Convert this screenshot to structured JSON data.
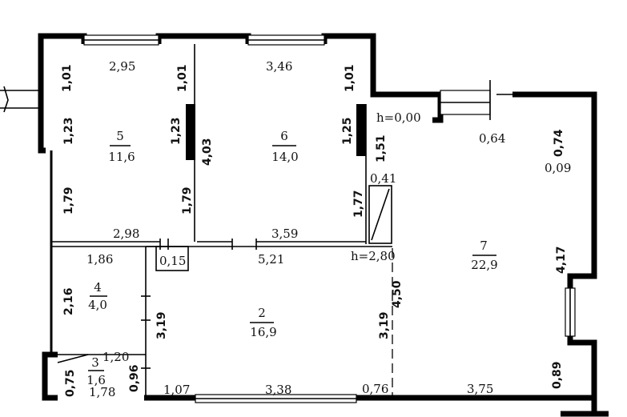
{
  "rooms": [
    {
      "number": "5",
      "area": "11,6"
    },
    {
      "number": "6",
      "area": "14,0"
    },
    {
      "number": "7",
      "area": "22,9"
    },
    {
      "number": "4",
      "area": "4,0"
    },
    {
      "number": "2",
      "area": "16,9"
    },
    {
      "number": "3",
      "area": "1,6"
    }
  ],
  "heights": [
    "h=0,00",
    "h=2,80"
  ],
  "dimensions": [
    "2,95",
    "3,46",
    "1,01",
    "1,01",
    "1,01",
    "1,23",
    "1,23",
    "4,03",
    "1,25",
    "1,51",
    "0,64",
    "0,74",
    "0,09",
    "0,41",
    "1,79",
    "1,79",
    "1,77",
    "2,98",
    "3,59",
    "0,15",
    "5,21",
    "1,86",
    "2,16",
    "4,17",
    "4,50",
    "3,19",
    "3,19",
    "1,20",
    "0,75",
    "1,78",
    "0,96",
    "1,07",
    "3,38",
    "0,76",
    "3,75",
    "0,89"
  ]
}
